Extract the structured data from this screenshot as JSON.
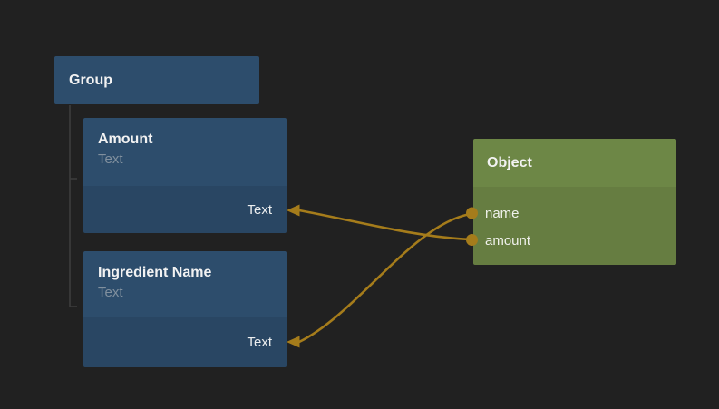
{
  "canvas": {
    "background": "#212121"
  },
  "group": {
    "title": "Group"
  },
  "nodes": {
    "amount": {
      "title": "Amount",
      "subtitle": "Text",
      "output_label": "Text"
    },
    "ingredient": {
      "title": "Ingredient Name",
      "subtitle": "Text",
      "output_label": "Text"
    }
  },
  "object_node": {
    "title": "Object",
    "inputs": [
      {
        "label": "name"
      },
      {
        "label": "amount"
      }
    ]
  },
  "connections": [
    {
      "from_port": "name",
      "to_node": "Ingredient Name",
      "to_output": "Text"
    },
    {
      "from_port": "amount",
      "to_node": "Amount",
      "to_output": "Text"
    }
  ],
  "colors": {
    "background": "#212121",
    "node_header_blue": "#2d4d6c",
    "node_body_blue": "#294663",
    "node_header_green": "#6d8746",
    "node_body_green": "#667d41",
    "wire": "#a57c1b",
    "subtitle_text": "#81909e",
    "tree_line": "#3d3d3d",
    "title_text": "#f2f2f2"
  }
}
